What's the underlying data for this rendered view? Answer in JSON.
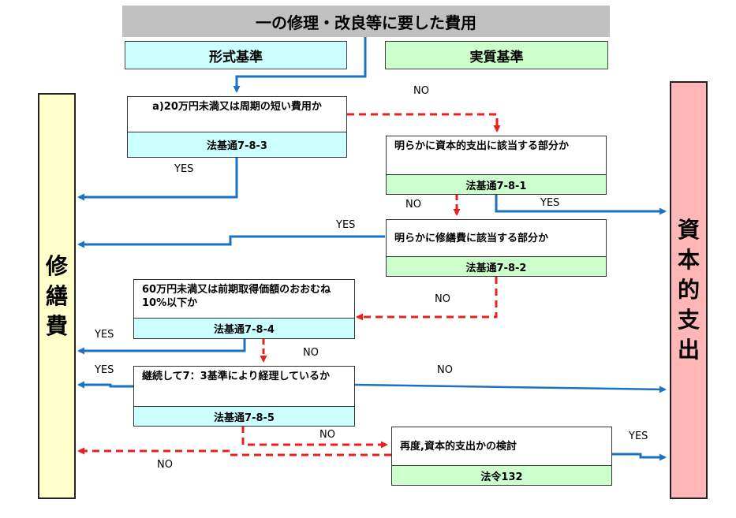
{
  "title": "一の修理・改良等に要した費用",
  "headers": {
    "formal": "形式基準",
    "substantive": "実質基準"
  },
  "left_outcome": [
    "修",
    "繕",
    "費"
  ],
  "right_outcome": [
    "資",
    "本",
    "的",
    "支",
    "出"
  ],
  "boxes": [
    {
      "id": "b1",
      "question": "a)20万円未満又は周期の短い費用か",
      "ref": "法基通7-8-3"
    },
    {
      "id": "b2",
      "question": "明らかに資本的支出に該当する部分か",
      "ref": "法基通7-8-1"
    },
    {
      "id": "b3",
      "question": "明らかに修繕費に該当する部分か",
      "ref": "法基通7-8-2"
    },
    {
      "id": "b4",
      "question": "60万円未満又は前期取得価額のおおむね10%以下か",
      "ref": "法基通7-8-4"
    },
    {
      "id": "b5",
      "question": "継続して7：3基準により経理しているか",
      "ref": "法基通7-8-5"
    },
    {
      "id": "b6",
      "question": "再度,資本的支出かの検討",
      "ref": "法令132"
    }
  ],
  "labels": {
    "yes": "YES",
    "no": "NO"
  },
  "colors": {
    "yes_arrow": "#1a72c0",
    "no_arrow": "#e8201c",
    "title_bg": "#c0c0c0",
    "cyan": "#ccffff",
    "green": "#ccffcc",
    "left_bg": "#ffffcc",
    "right_bg": "#ffb6b6"
  }
}
